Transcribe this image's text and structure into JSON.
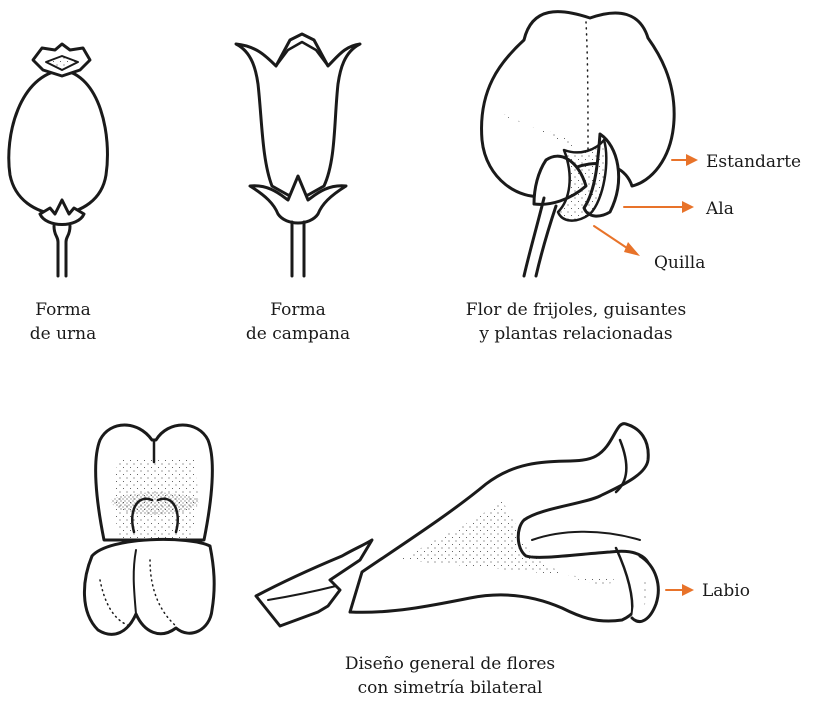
{
  "captions": {
    "urn": [
      "Forma",
      "de urna"
    ],
    "bell": [
      "Forma",
      "de campana"
    ],
    "pea": [
      "Flor de frijoles, guisantes",
      "y plantas relacionadas"
    ],
    "bilateral": [
      "Diseño general de flores",
      "con simetría bilateral"
    ]
  },
  "labels": {
    "standard": "Estandarte",
    "wing": "Ala",
    "keel": "Quilla",
    "lip": "Labio"
  },
  "colors": {
    "arrow": "#e8732a",
    "ink": "#1a1a1a"
  }
}
